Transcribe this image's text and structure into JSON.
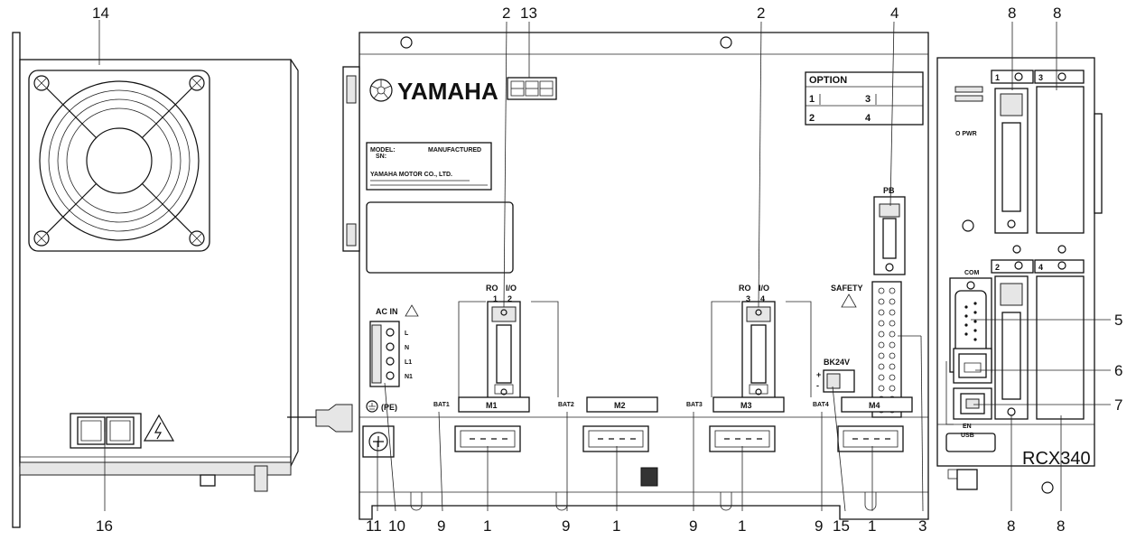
{
  "brand": "YAMAHA",
  "model_label": "RCX340",
  "callouts": {
    "top": [
      "14",
      "2",
      "13",
      "2",
      "4",
      "8",
      "8"
    ],
    "right": [
      "5",
      "6",
      "7"
    ],
    "bottom": [
      "16",
      "11",
      "10",
      "9",
      "1",
      "9",
      "1",
      "9",
      "1",
      "9",
      "15",
      "1",
      "3",
      "8",
      "8"
    ]
  },
  "panel_labels": {
    "option_title": "OPTION",
    "option_slots": [
      "1",
      "3",
      "2",
      "4"
    ],
    "label_model": "MODEL:",
    "label_sn": "SN:",
    "label_manufactured": "MANUFACTURED",
    "label_company": "YAMAHA MOTOR CO., LTD.",
    "ac_in": "AC IN",
    "ac_pins": [
      "L",
      "N",
      "L1",
      "N1"
    ],
    "pe": "(PE)",
    "robot_io_1": [
      "RO",
      "I/O",
      "1",
      "2"
    ],
    "robot_io_2": [
      "RO",
      "I/O",
      "3",
      "4"
    ],
    "safety": "SAFETY",
    "pb": "PB",
    "bk24v": "BK24V",
    "bk_pins": [
      "+",
      "-"
    ],
    "motors": [
      "M1",
      "M2",
      "M3",
      "M4"
    ],
    "batteries": [
      "BAT1",
      "BAT2",
      "BAT3",
      "BAT4"
    ],
    "com": "COM",
    "pwr": "PWR",
    "en": "EN",
    "usb": "USB",
    "slot_numbers": [
      "1",
      "3",
      "2",
      "4"
    ]
  }
}
